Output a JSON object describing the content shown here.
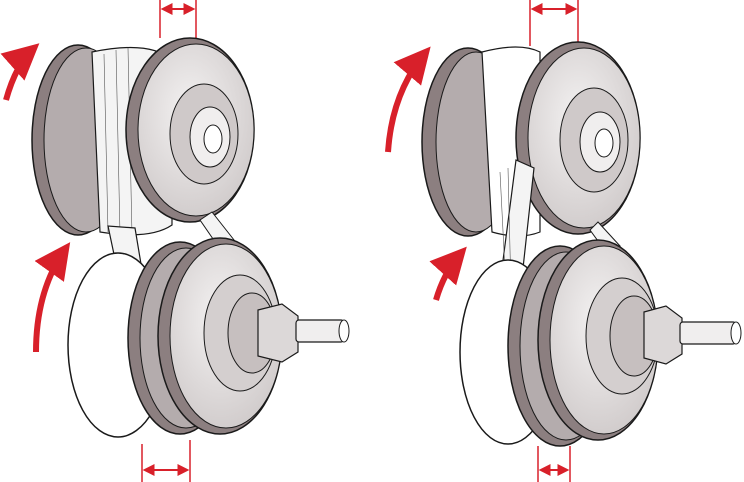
{
  "colors": {
    "background": "#ffffff",
    "outline": "#1a1a1a",
    "pulley_face": "#e6e3e3",
    "pulley_rim": "#8c7f80",
    "pulley_shade": "#b4acad",
    "belt": "#f4f4f4",
    "arrow_red": "#d8202a"
  },
  "figures": [
    {
      "id": "left",
      "state": "wide-drive-sheave-gap"
    },
    {
      "id": "right",
      "state": "narrow-drive-sheave-gap"
    }
  ]
}
